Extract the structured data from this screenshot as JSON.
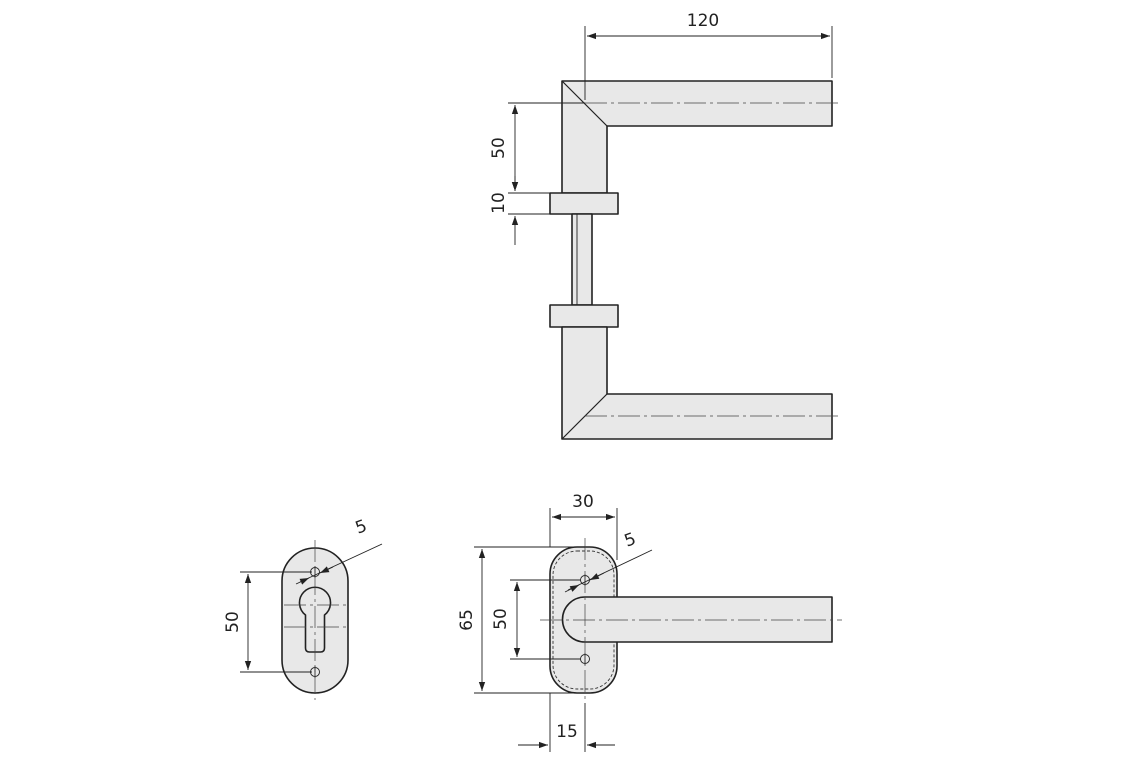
{
  "drawing": {
    "dims": {
      "handle_length": "120",
      "rose_offset": "50",
      "rose_thickness": "10",
      "rose_width": "30",
      "screw_offset": "5",
      "rose_height": "65",
      "screw_spacing": "50",
      "rose_center": "15",
      "escutcheon_screw_offset": "5",
      "escutcheon_height": "50"
    }
  }
}
